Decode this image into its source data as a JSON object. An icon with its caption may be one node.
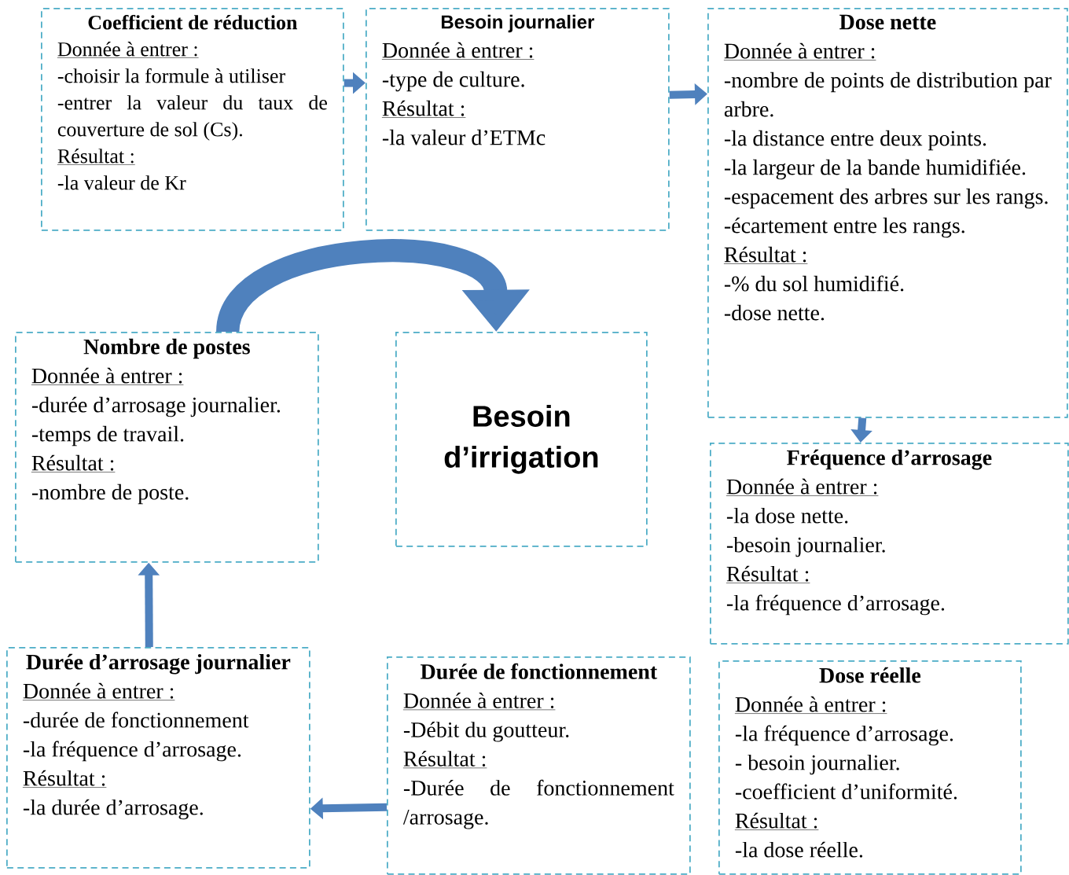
{
  "diagram": {
    "nodes": [
      {
        "text": [
          "Coefficient de réduction",
          "Donnée à entrer :",
          "-choisir la formule à utiliser",
          "-entrer la valeur du taux de couverture de sol (Cs).",
          "Résultat :",
          "-la valeur de Kr"
        ]
      },
      {
        "text": [
          "Besoin journalier",
          "Donnée à entrer :",
          "-type de culture.",
          "Résultat :",
          "-la valeur d’ETMc"
        ]
      },
      {
        "text": [
          "Dose nette",
          "Donnée à entrer :",
          "-nombre de points de distribution par arbre.",
          "-la distance entre deux points.",
          "-la largeur de la bande humidifiée.",
          "-espacement des arbres sur les rangs.",
          "-écartement entre les rangs.",
          "Résultat :",
          "-% du sol humidifié.",
          "-dose nette."
        ]
      },
      {
        "text": [
          "Nombre de postes",
          "Donnée à entrer :",
          "-durée d’arrosage journalier.",
          "-temps de travail.",
          "Résultat :",
          "-nombre de poste."
        ]
      },
      {
        "text": [
          "Besoin d’irrigation"
        ]
      },
      {
        "text": [
          "Fréquence d’arrosage",
          "Donnée à entrer :",
          "-la dose nette.",
          "-besoin journalier.",
          "Résultat :",
          "-la fréquence d’arrosage."
        ]
      },
      {
        "text": [
          "Durée d’arrosage journalier",
          "Donnée à entrer :",
          "-durée de fonctionnement",
          "-la fréquence d’arrosage.",
          "Résultat :",
          "-la durée d’arrosage."
        ]
      },
      {
        "text": [
          "Durée de fonctionnement",
          "Donnée à entrer :",
          "-Débit du goutteur.",
          "Résultat :",
          "-Durée de fonctionnement /arrosage."
        ]
      },
      {
        "text": [
          "Dose réelle",
          "Donnée à entrer :",
          "-la fréquence d’arrosage.",
          "- besoin journalier.",
          "-coefficient d’uniformité.",
          "Résultat :",
          "-la dose réelle."
        ]
      }
    ],
    "edges": [
      {
        "from": 0,
        "to": 1,
        "arrow": "to"
      },
      {
        "from": 1,
        "to": 2,
        "arrow": "to"
      },
      {
        "from": 2,
        "to": 5,
        "arrow": "to"
      },
      {
        "from": 3,
        "to": 4,
        "arrow": "to",
        "style": "thick"
      },
      {
        "from": 7,
        "to": 6,
        "arrow": "to"
      },
      {
        "from": 6,
        "to": 3,
        "arrow": "to"
      }
    ]
  }
}
